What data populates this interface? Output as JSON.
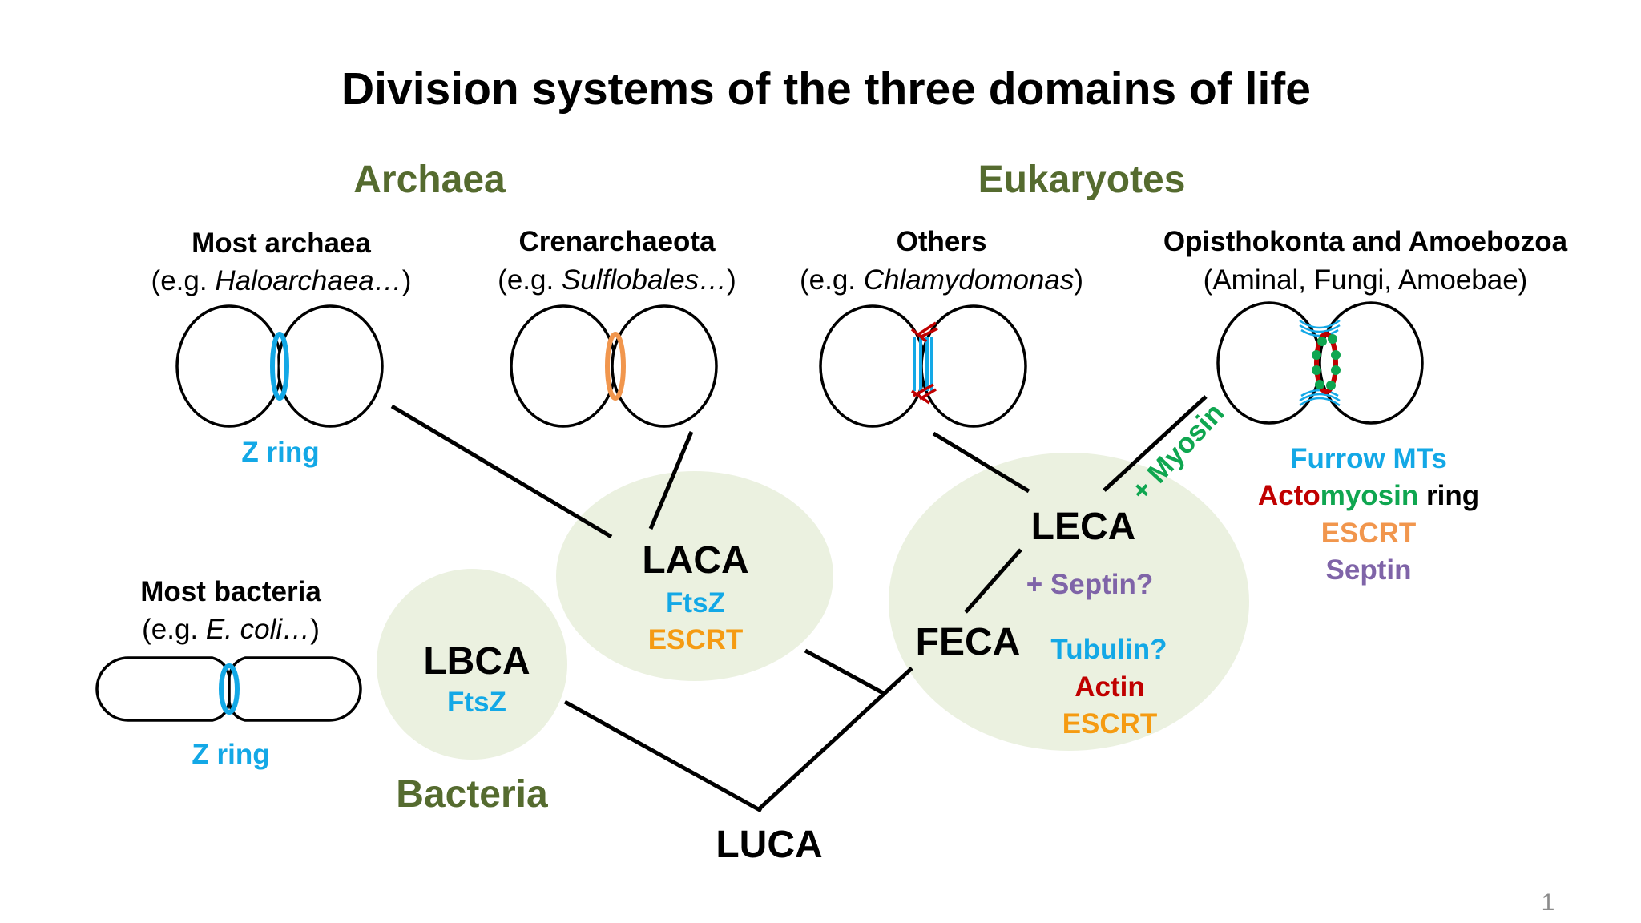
{
  "title": "Division systems of the three domains of life",
  "colors": {
    "domain_green": "#556b2f",
    "node_bg": "#ebf1e0",
    "ftsz_blue": "#13a8e6",
    "escrt_orange": "#f59b12",
    "escrt_light_orange": "#f1964d",
    "actin_red": "#c00000",
    "myosin_green": "#0fa650",
    "septin_purple": "#7f64a8"
  },
  "domains": {
    "archaea": "Archaea",
    "eukaryotes": "Eukaryotes",
    "bacteria": "Bacteria"
  },
  "groups": {
    "most_archaea": {
      "title": "Most archaea",
      "sub_prefix": "(e.g. ",
      "sub_italic": "Haloarchaea…",
      "sub_suffix": ")",
      "ring_label": "Z ring"
    },
    "crenarchaeota": {
      "title": "Crenarchaeota",
      "sub_prefix": "(e.g. ",
      "sub_italic": "Sulflobales…",
      "sub_suffix": ")"
    },
    "others": {
      "title": "Others",
      "sub_prefix": "(e.g. ",
      "sub_italic": "Chlamydomonas",
      "sub_suffix": ")"
    },
    "opisthokonta": {
      "title": "Opisthokonta and Amoebozoa",
      "sub": "(Aminal, Fungi, Amoebae)"
    },
    "most_bacteria": {
      "title": "Most bacteria",
      "sub_prefix": "(e.g. ",
      "sub_italic": "E. coli…",
      "sub_suffix": ")",
      "ring_label": "Z ring"
    }
  },
  "nodes": {
    "lbca": {
      "label": "LBCA",
      "proteins": [
        "FtsZ"
      ]
    },
    "laca": {
      "label": "LACA",
      "proteins": [
        "FtsZ",
        "ESCRT"
      ]
    },
    "leca": {
      "label": "LECA",
      "added": "+ Septin?"
    },
    "feca": {
      "label": "FECA",
      "proteins": [
        "Tubulin?",
        "Actin",
        "ESCRT"
      ]
    },
    "luca": {
      "label": "LUCA"
    }
  },
  "branch_labels": {
    "myosin": "+ Myosin"
  },
  "opisthokonta_machinery": {
    "furrow": "Furrow MTs",
    "actomyosin_acto": "Acto",
    "actomyosin_myosin": "myosin",
    "actomyosin_ring": " ring",
    "escrt": "ESCRT",
    "septin": "Septin"
  },
  "page_number": "1"
}
